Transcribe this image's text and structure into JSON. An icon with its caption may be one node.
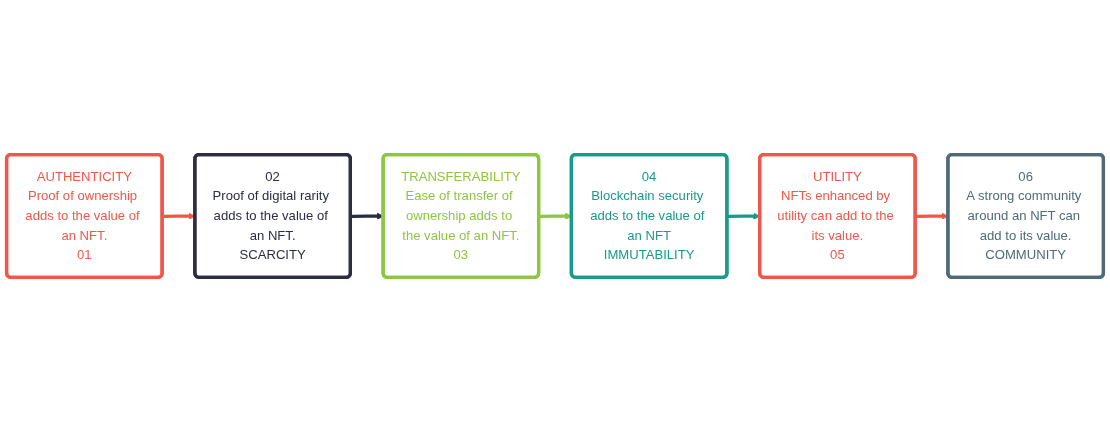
{
  "diagram": {
    "nodes": [
      {
        "text": [
          "AUTHENTICITY",
          "Proof of ownership adds to the value of an NFT.",
          "01"
        ]
      },
      {
        "text": [
          "02",
          "Proof of digital rarity adds to the value of an NFT.",
          "SCARCITY"
        ]
      },
      {
        "text": [
          "TRANSFERABILITY",
          "Ease of transfer of ownership adds to the value of an NFT.",
          "03"
        ]
      },
      {
        "text": [
          "04",
          "Blockchain security adds to the value of an NFT",
          "IMMUTABILITY"
        ]
      },
      {
        "text": [
          "UTILITY",
          "NFTs enhanced by utility can add to the its value.",
          "05"
        ]
      },
      {
        "text": [
          "06",
          "A strong community around an NFT can add to its value.",
          "COMMUNITY"
        ]
      }
    ],
    "edges": [
      {
        "from": 0,
        "to": 1,
        "arrow": "to",
        "color": "#f0574a"
      },
      {
        "from": 1,
        "to": 2,
        "arrow": "to",
        "color": "#2b2d42"
      },
      {
        "from": 2,
        "to": 3,
        "arrow": "to",
        "color": "#8dc63f"
      },
      {
        "from": 3,
        "to": 4,
        "arrow": "to",
        "color": "#1a9a8a"
      },
      {
        "from": 4,
        "to": 5,
        "arrow": "to",
        "color": "#f0574a"
      }
    ]
  }
}
